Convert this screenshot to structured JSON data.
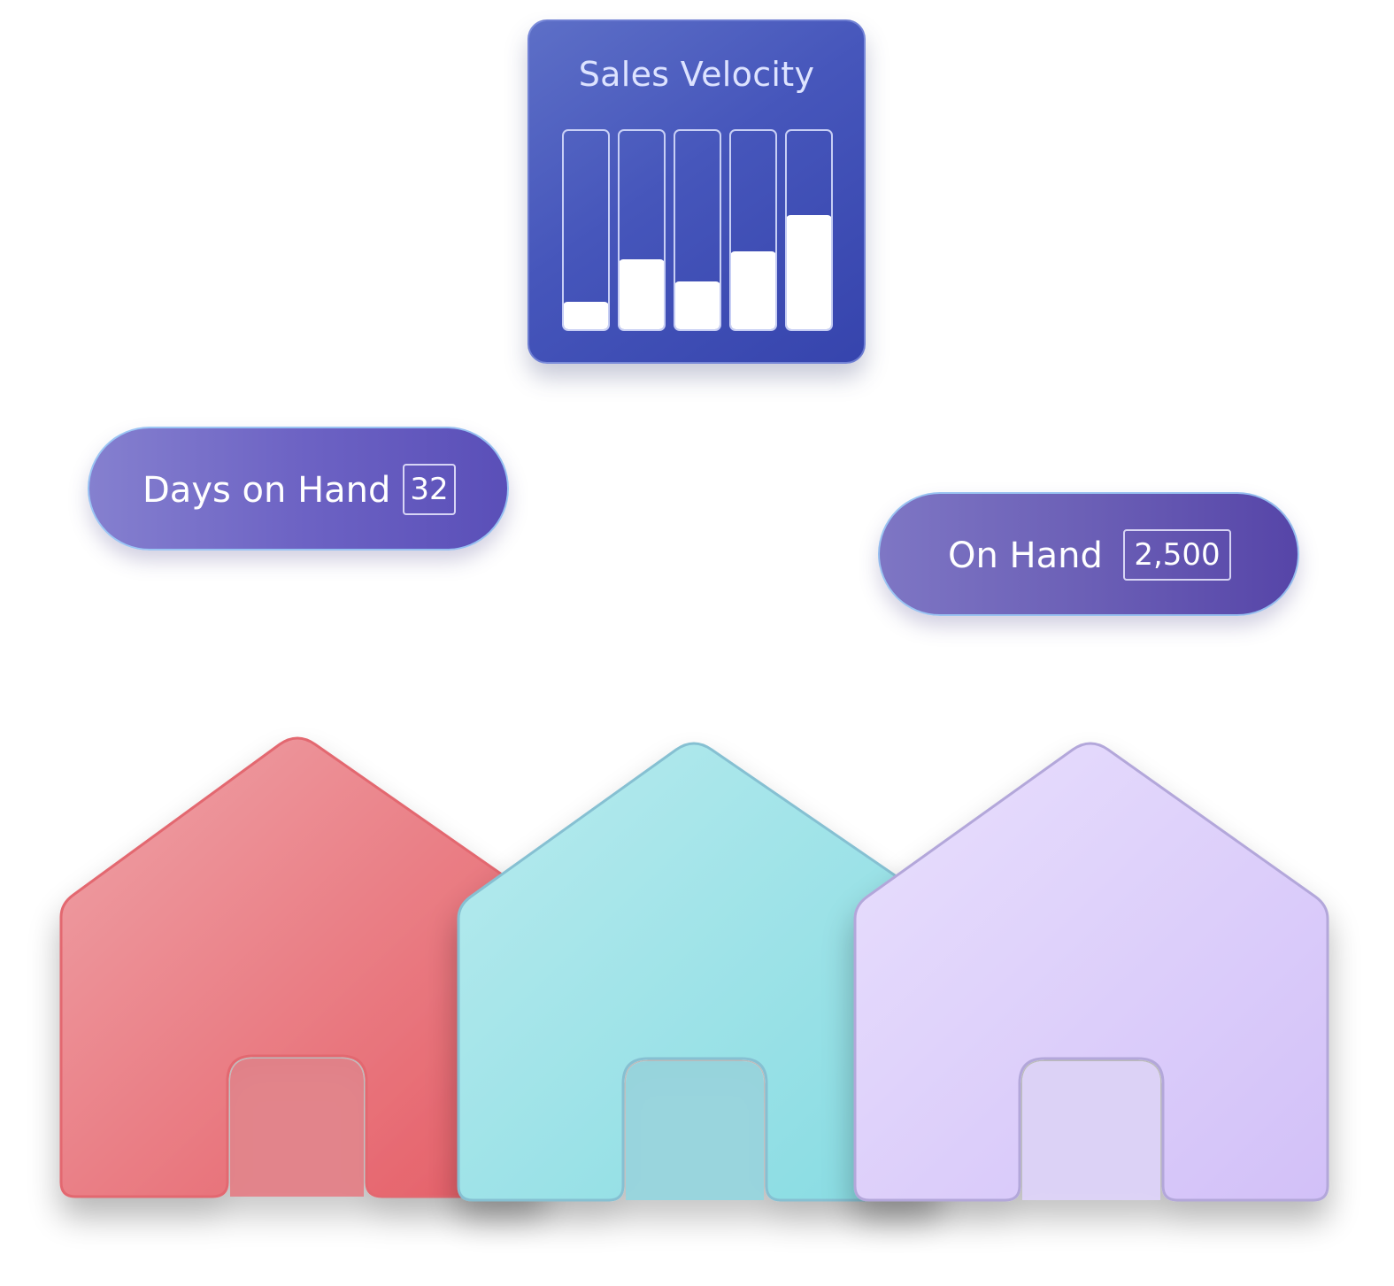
{
  "velocity_card": {
    "title": "Sales Velocity",
    "bar_levels": [
      0.14,
      0.35,
      0.24,
      0.39,
      0.57
    ],
    "color_top": "#5d6fc7",
    "color_bottom": "#3644ad"
  },
  "days_on_hand": {
    "label": "Days on Hand",
    "value": "32"
  },
  "on_hand": {
    "label": "On Hand",
    "value": "2,500"
  },
  "houses": [
    {
      "name": "red-house",
      "color_light": "#ee9ba0",
      "color_dark": "#e6636b",
      "edge": "#e46c74"
    },
    {
      "name": "teal-house",
      "color_light": "#b3e9ec",
      "color_dark": "#8fdde3",
      "edge": "#86c3d3"
    },
    {
      "name": "lavender-house",
      "color_light": "#e6dcfc",
      "color_dark": "#d4c3f8",
      "edge": "#b4a8dc"
    }
  ]
}
